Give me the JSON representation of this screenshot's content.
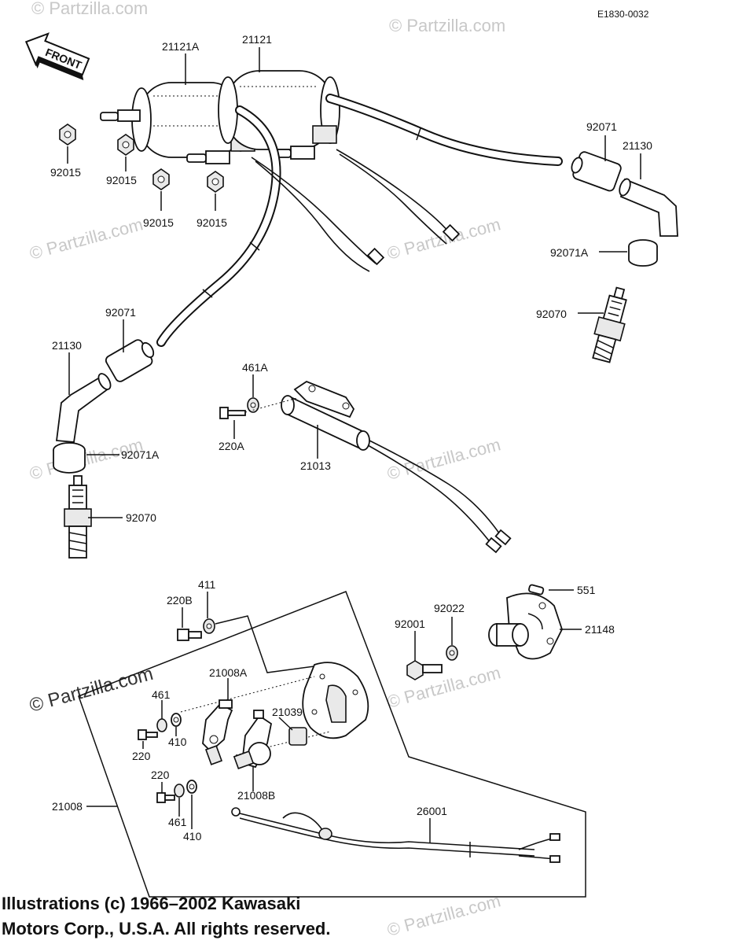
{
  "diagram_code": "E1830-0032",
  "front_label": "FRONT",
  "watermark": "© Partzilla.com",
  "copyright": {
    "line1": "Illustrations (c) 1966–2002 Kawasaki",
    "line2": "Motors Corp., U.S.A.  All rights reserved."
  },
  "part_labels": {
    "p21121A": "21121A",
    "p21121": "21121",
    "p92015_a": "92015",
    "p92015_b": "92015",
    "p92015_c": "92015",
    "p92015_d": "92015",
    "p92071_r": "92071",
    "p21130_r": "21130",
    "p92071A_r": "92071A",
    "p92070_r": "92070",
    "p92071_l": "92071",
    "p21130_l": "21130",
    "p92071A_l": "92071A",
    "p92070_l": "92070",
    "p461A": "461A",
    "p220A": "220A",
    "p21013": "21013",
    "p411": "411",
    "p220B": "220B",
    "p21008A": "21008A",
    "p461_a": "461",
    "p410_a": "410",
    "p220_a": "220",
    "p21039": "21039",
    "p220_b": "220",
    "p461_b": "461",
    "p410_b": "410",
    "p21008B": "21008B",
    "p21008": "21008",
    "p26001": "26001",
    "p92001": "92001",
    "p92022": "92022",
    "p551": "551",
    "p21148": "21148"
  }
}
